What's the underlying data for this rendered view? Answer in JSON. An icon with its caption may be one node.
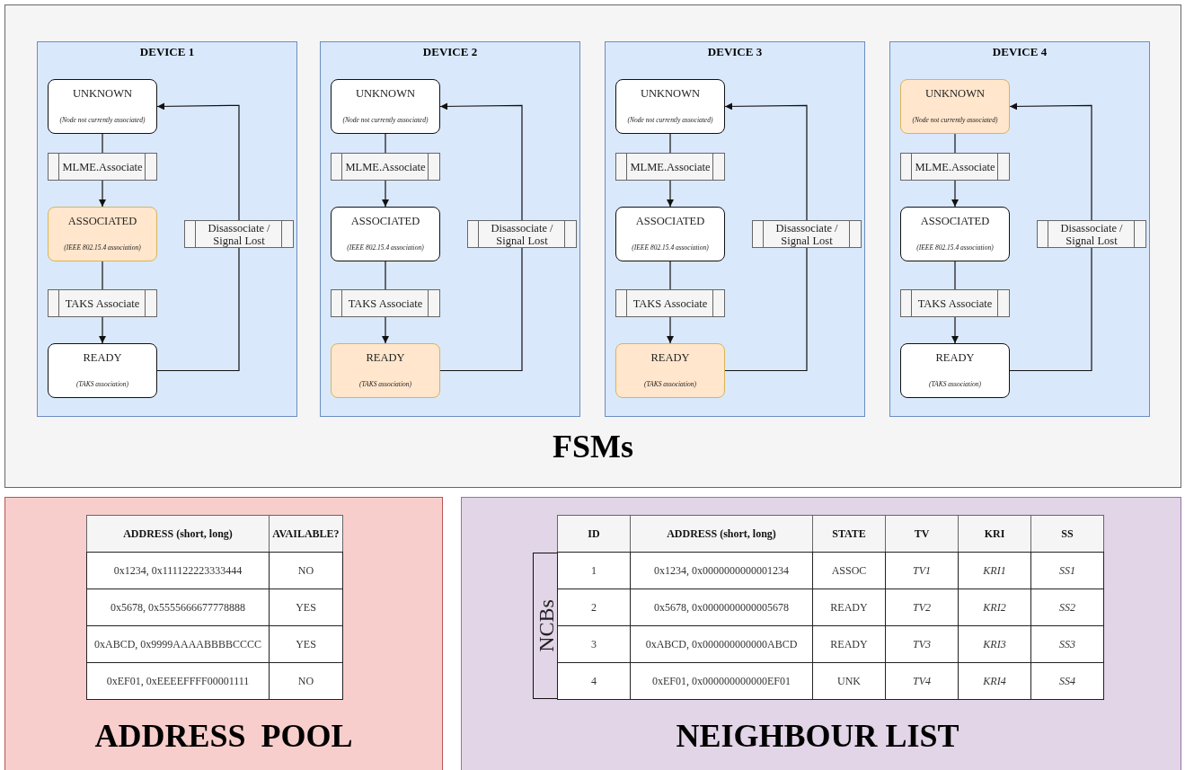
{
  "diagram": {
    "nodes": [
      {
        "text": [
          "FSMs"
        ]
      },
      {
        "text": [
          "DEVICE 1"
        ],
        "in": 0
      },
      {
        "text": [
          "UNKNOWN",
          "(Node not currently associated)"
        ],
        "in": 1
      },
      {
        "text": [
          "MLME.Associate"
        ],
        "in": 1
      },
      {
        "text": [
          "ASSOCIATED",
          "(IEEE 802.15.4 association)"
        ],
        "in": 1
      },
      {
        "text": [
          "TAKS Associate"
        ],
        "in": 1
      },
      {
        "text": [
          "READY",
          "(TAKS association)"
        ],
        "in": 1
      },
      {
        "text": [
          "Disassociate / Signal Lost"
        ],
        "in": 1
      },
      {
        "text": [
          "DEVICE 2"
        ],
        "in": 0
      },
      {
        "text": [
          "UNKNOWN",
          "(Node not currently associated)"
        ],
        "in": 8
      },
      {
        "text": [
          "MLME.Associate"
        ],
        "in": 8
      },
      {
        "text": [
          "ASSOCIATED",
          "(IEEE 802.15.4 association)"
        ],
        "in": 8
      },
      {
        "text": [
          "TAKS Associate"
        ],
        "in": 8
      },
      {
        "text": [
          "READY",
          "(TAKS association)"
        ],
        "in": 8
      },
      {
        "text": [
          "Disassociate / Signal Lost"
        ],
        "in": 8
      },
      {
        "text": [
          "DEVICE 3"
        ],
        "in": 0
      },
      {
        "text": [
          "UNKNOWN",
          "(Node not currently associated)"
        ],
        "in": 15
      },
      {
        "text": [
          "MLME.Associate"
        ],
        "in": 15
      },
      {
        "text": [
          "ASSOCIATED",
          "(IEEE 802.15.4 association)"
        ],
        "in": 15
      },
      {
        "text": [
          "TAKS Associate"
        ],
        "in": 15
      },
      {
        "text": [
          "READY",
          "(TAKS association)"
        ],
        "in": 15
      },
      {
        "text": [
          "Disassociate / Signal Lost"
        ],
        "in": 15
      },
      {
        "text": [
          "DEVICE 4"
        ],
        "in": 0
      },
      {
        "text": [
          "UNKNOWN",
          "(Node not currently associated)"
        ],
        "in": 22
      },
      {
        "text": [
          "MLME.Associate"
        ],
        "in": 22
      },
      {
        "text": [
          "ASSOCIATED",
          "(IEEE 802.15.4 association)"
        ],
        "in": 22
      },
      {
        "text": [
          "TAKS Associate"
        ],
        "in": 22
      },
      {
        "text": [
          "READY",
          "(TAKS association)"
        ],
        "in": 22
      },
      {
        "text": [
          "Disassociate / Signal Lost"
        ],
        "in": 22
      },
      {
        "text": [
          "ADDRESS POOL"
        ]
      },
      {
        "text": [
          "NEIGHBOUR LIST"
        ]
      },
      {
        "text": [
          "NCBs"
        ],
        "in": 30
      }
    ],
    "edges": [
      {
        "from": 2,
        "to": 3,
        "arrow": "none"
      },
      {
        "from": 3,
        "to": 4,
        "arrow": "to"
      },
      {
        "from": 4,
        "to": 5,
        "arrow": "none"
      },
      {
        "from": 5,
        "to": 6,
        "arrow": "to"
      },
      {
        "from": 6,
        "to": 7,
        "arrow": "none"
      },
      {
        "from": 7,
        "to": 2,
        "arrow": "to"
      },
      {
        "from": 9,
        "to": 10,
        "arrow": "none"
      },
      {
        "from": 10,
        "to": 11,
        "arrow": "to"
      },
      {
        "from": 11,
        "to": 12,
        "arrow": "none"
      },
      {
        "from": 12,
        "to": 13,
        "arrow": "to"
      },
      {
        "from": 13,
        "to": 14,
        "arrow": "none"
      },
      {
        "from": 14,
        "to": 9,
        "arrow": "to"
      },
      {
        "from": 16,
        "to": 17,
        "arrow": "none"
      },
      {
        "from": 17,
        "to": 18,
        "arrow": "to"
      },
      {
        "from": 18,
        "to": 19,
        "arrow": "none"
      },
      {
        "from": 19,
        "to": 20,
        "arrow": "to"
      },
      {
        "from": 20,
        "to": 21,
        "arrow": "none"
      },
      {
        "from": 21,
        "to": 16,
        "arrow": "to"
      },
      {
        "from": 23,
        "to": 24,
        "arrow": "none"
      },
      {
        "from": 24,
        "to": 25,
        "arrow": "to"
      },
      {
        "from": 25,
        "to": 26,
        "arrow": "none"
      },
      {
        "from": 26,
        "to": 27,
        "arrow": "to"
      },
      {
        "from": 27,
        "to": 28,
        "arrow": "none"
      },
      {
        "from": 28,
        "to": 23,
        "arrow": "to"
      }
    ],
    "labels": [
      "ADDRESS (short, long)",
      "AVAILABLE?",
      "0x1234, 0x111122223333444",
      "NO",
      "0x5678, 0x5555666677778888",
      "YES",
      "0xABCD, 0x9999AAAABBBBCCCC",
      "YES",
      "0xEF01, 0xEEEEFFFF00001111",
      "NO",
      "ID",
      "ADDRESS (short, long)",
      "STATE",
      "TV",
      "KRI",
      "SS",
      "1",
      "0x1234, 0x0000000000001234",
      "ASSOC",
      "TV1",
      "KRI1",
      "SS1",
      "2",
      "0x5678, 0x0000000000005678",
      "READY",
      "TV2",
      "KRI2",
      "SS2",
      "3",
      "0xABCD, 0x000000000000ABCD",
      "READY",
      "TV3",
      "KRI3",
      "SS3",
      "4",
      "0xEF01, 0x000000000000EF01",
      "UNK",
      "TV4",
      "KRI4",
      "SS4"
    ]
  }
}
